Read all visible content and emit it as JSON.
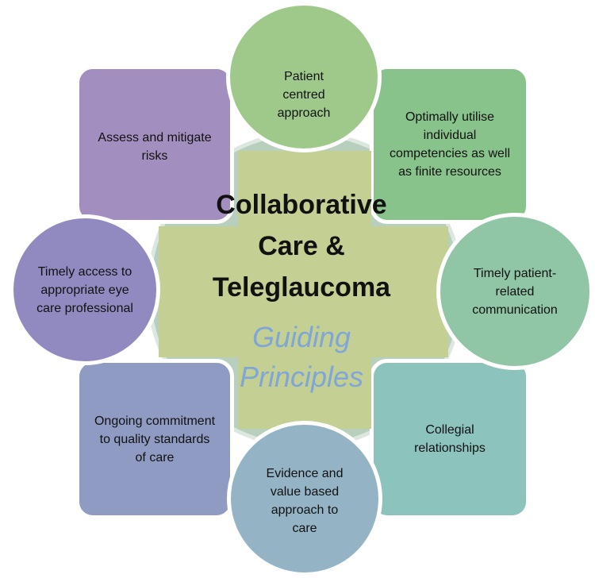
{
  "center": {
    "title_line1": "Collaborative",
    "title_line2": "Care &",
    "title_line3": "Teleglaucoma",
    "subtitle_line1": "Guiding",
    "subtitle_line2": "Principles"
  },
  "principles": {
    "top": "Patient centred approach",
    "top_right": "Optimally utilise individual competencies as well as finite resources",
    "right": "Timely patient-related communication",
    "bottom_right": "Collegial relationships",
    "bottom": "Evidence and value based approach to care",
    "bottom_left": "Ongoing commitment to quality standards of care",
    "left": "Timely access to appropriate eye care professional",
    "top_left": "Assess and mitigate risks"
  },
  "colors": {
    "top": "#9fc98b",
    "top_right": "#87c38b",
    "right": "#90c6a6",
    "bottom_right": "#8cc3bd",
    "bottom": "#94b4c6",
    "bottom_left": "#8f9bc3",
    "left": "#908ac1",
    "top_left": "#a38fbf",
    "center": "#c3cf93"
  }
}
